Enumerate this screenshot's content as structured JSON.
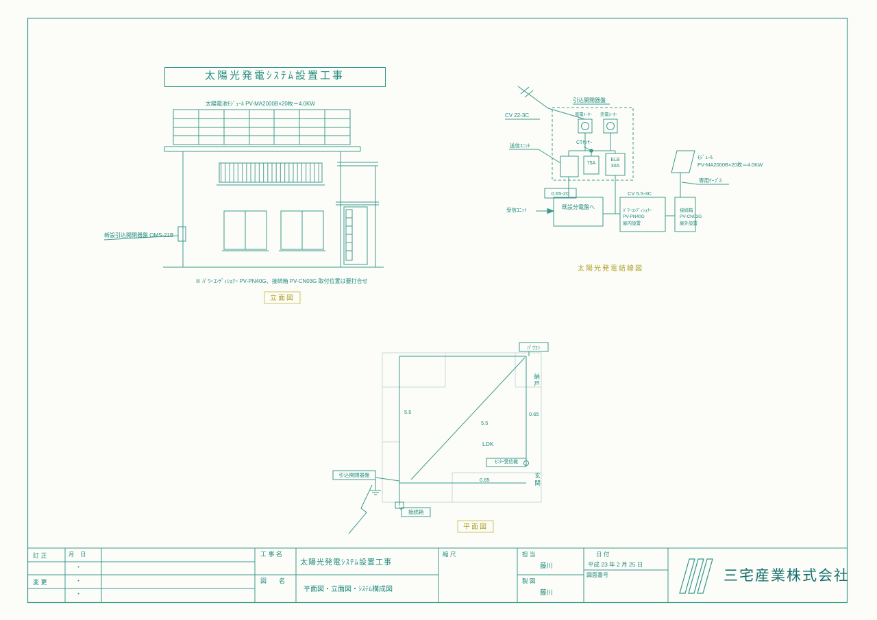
{
  "colors": {
    "line": "#3a9a8b",
    "text": "#1f8b7d",
    "caption_olive": "#b0a32b",
    "company": "#14706a"
  },
  "title_box": {
    "text": "太陽光発電ｼｽﾃﾑ設置工事"
  },
  "elevation": {
    "module_label": "太陽電池ﾓｼﾞｭｰﾙ  PV-MA2000B×20枚＝4.0KW",
    "breaker_label": "新設引込開閉器盤  OMS-21B",
    "note": "※  ﾊﾟﾜｰｺﾝﾃﾞｨｼｮﾅｰ  PV-PN40G、接続箱  PV-CN03G  取付位置は要打合せ",
    "caption": "立面図"
  },
  "wiring": {
    "caption": "太陽光発電結線図",
    "incoming_panel": "引込開閉器盤",
    "cv_incoming": "CV  22-3C",
    "buy_meter": "買電ﾒｰﾀｰ",
    "sell_meter": "売電ﾒｰﾀｰ",
    "send_unit": "送信ﾕﾆｯﾄ",
    "ct_sensor": "CTｾﾝｻｰ",
    "breaker_75a": "75A",
    "elb": "ELB\n30A",
    "module": "ﾓｼﾞｭｰﾙ\nPV-MA2000B×20枚＝4.0KW",
    "dedicated_cable": "専用ｹｰﾌﾞﾙ",
    "cable_065": "0.65-2C",
    "cv_pv": "CV  5.5-3C",
    "receive_unit": "受信ﾕﾆｯﾄ",
    "to_dist_board": "既設分電盤へ",
    "power_conditioner": "ﾊﾟﾜｰｺﾝﾃﾞｨｼｮﾅｰ\nPV-PN40G\n屋内設置",
    "junction_box": "接続箱\nPV-CN03G\n屋外設置"
  },
  "floorplan": {
    "caption": "平面図",
    "power_conditioner": "ﾊﾟﾜｺﾝ",
    "closet": "納戸",
    "entrance": "玄関",
    "ldk": "LDK",
    "monitor_receiver": "ﾓﾆﾀｰ受信機",
    "incoming_panel": "引込開閉器盤",
    "junction_box": "接続箱",
    "dim_55_left": "5.5",
    "dim_55_diagonal": "5.5",
    "dim_065_right": "0.65",
    "dim_065_bottom": "0.65"
  },
  "titleblock": {
    "correction": "訂 正",
    "change": "変 更",
    "month_day": "月　日",
    "dot": "・",
    "project_label": "工 事 名",
    "project_name": "太陽光発電ｼｽﾃﾑ設置工事",
    "drawing_label": "図　　名",
    "drawing_name": "平面図・立面図・ｼｽﾃﾑ構成図",
    "scale_label": "縮 尺",
    "charge_label": "担 当",
    "charge_name": "藤川",
    "draft_label": "製 図",
    "draft_name": "藤川",
    "date_label": "日 付",
    "date_value": "平成 23 年  2 月 25 日",
    "drawing_no_label": "図面番号",
    "company": "三宅産業株式会社"
  }
}
